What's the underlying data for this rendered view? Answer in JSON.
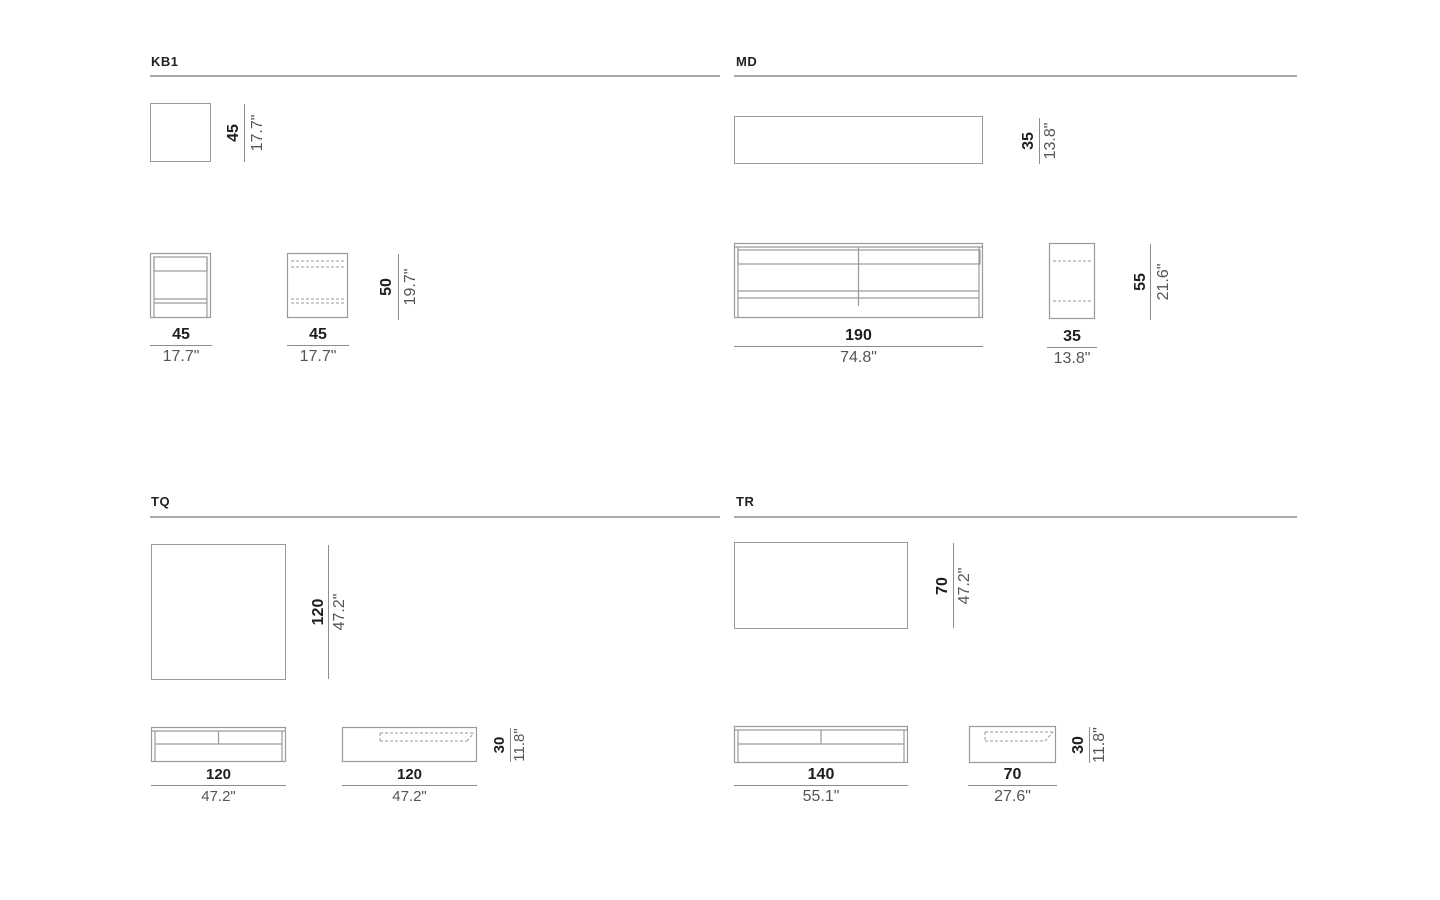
{
  "sections": {
    "kb1": {
      "title": "KB1",
      "top": {
        "h_cm": "45",
        "h_in": "17.7\""
      },
      "front": {
        "w_cm": "45",
        "w_in": "17.7\""
      },
      "side": {
        "w_cm": "45",
        "w_in": "17.7\"",
        "h_cm": "50",
        "h_in": "19.7\""
      }
    },
    "md": {
      "title": "MD",
      "top": {
        "h_cm": "35",
        "h_in": "13.8\""
      },
      "front": {
        "w_cm": "190",
        "w_in": "74.8\""
      },
      "side": {
        "w_cm": "35",
        "w_in": "13.8\"",
        "h_cm": "55",
        "h_in": "21.6\""
      }
    },
    "tq": {
      "title": "TQ",
      "top": {
        "h_cm": "120",
        "h_in": "47.2\""
      },
      "front": {
        "w_cm": "120",
        "w_in": "47.2\""
      },
      "side": {
        "w_cm": "120",
        "w_in": "47.2\"",
        "h_cm": "30",
        "h_in": "11.8\""
      }
    },
    "tr": {
      "title": "TR",
      "top": {
        "h_cm": "70",
        "h_in": "47.2\""
      },
      "front": {
        "w_cm": "140",
        "w_in": "55.1\""
      },
      "side": {
        "w_cm": "70",
        "w_in": "27.6\"",
        "h_cm": "30",
        "h_in": "11.8\""
      }
    }
  }
}
